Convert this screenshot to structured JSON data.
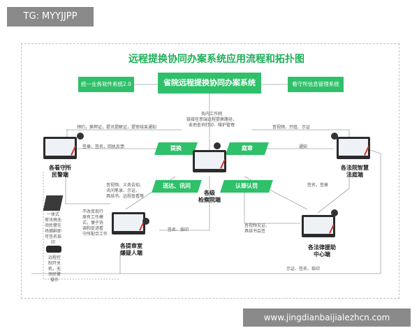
{
  "top_tag": "TG: MYYJJPP",
  "watermark": "www.jingdianbaijialezhcn.com",
  "title": "远程提换协同办案系统应用流程和拓扑图",
  "boxes": {
    "left": "统一业务软件系统2.0",
    "center": "省院远程提换协同办案系统",
    "right": "看守所信息管理系统"
  },
  "center_notes": [
    "各内工作网",
    "链接任意端远程提换路径，",
    "本地查询打印、维护管理"
  ],
  "flows": {
    "tijian": "提换",
    "tingshen": "庭审",
    "songda": "送达、讯问",
    "renzui": "认罪认罚"
  },
  "texts": {
    "top_left": "预约，换押证，提讯提解证，提审结束通知",
    "top_right": "音视频、开庭、示证",
    "sign_left": "签章、签名，回执反馈",
    "notify": "通知",
    "left_mid": [
      "音视频、义务告知、",
      "讯问笔录、示证、",
      "具结书、远程查看等"
    ],
    "sign_right": "签名、签章",
    "sign_bottom": "签名、捺印",
    "mid_bottom": [
      "音视频见证、",
      "具结书会签"
    ],
    "bottom": "示证、签名、捺印",
    "left_note": [
      "不改变现行",
      "原有工作模",
      "式，便于协",
      "调和促进看",
      "守所配合工作"
    ],
    "side_note1": [
      "一体式",
      "审讯椅无",
      "须民警在",
      "场捕斟即",
      "可签名捺",
      "印"
    ],
    "side_note2": [
      "远程控",
      "制开关",
      "机，无",
      "须民警",
      "操作"
    ]
  },
  "nodes": {
    "kss": [
      "各看守所",
      "民警端"
    ],
    "court": [
      "各法院智慧",
      "法庭端"
    ],
    "proc": [
      "各级",
      "检察院端"
    ],
    "suspect": [
      "各提审室",
      "嫌疑人端"
    ],
    "legal": [
      "各法律援助",
      "中心端"
    ]
  }
}
